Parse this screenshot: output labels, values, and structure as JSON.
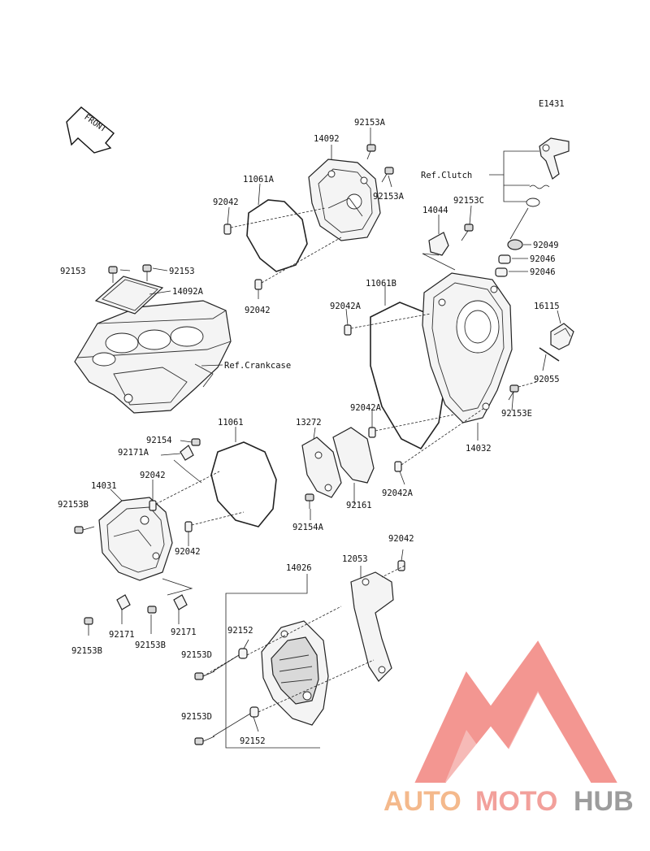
{
  "diagram_code": "E1431",
  "front_label": "FRONT",
  "watermark": {
    "text_auto": "AUTO",
    "text_moto": "MOTO",
    "text_hub": "HUB",
    "colors": {
      "auto": "#f4b98c",
      "moto": "#f2a09b",
      "hub": "#9c9c9c",
      "logo": "#f28b86"
    }
  },
  "refs": {
    "clutch": "Ref.Clutch",
    "crankcase": "Ref.Crankcase"
  },
  "parts": [
    {
      "id": "p1",
      "label": "92153A"
    },
    {
      "id": "p2",
      "label": "14092"
    },
    {
      "id": "p3",
      "label": "11061A"
    },
    {
      "id": "p4",
      "label": "92153A"
    },
    {
      "id": "p5",
      "label": "92042"
    },
    {
      "id": "p6",
      "label": "92042"
    },
    {
      "id": "p7",
      "label": "92153C"
    },
    {
      "id": "p8",
      "label": "14044"
    },
    {
      "id": "p9",
      "label": "92049"
    },
    {
      "id": "p10",
      "label": "92046"
    },
    {
      "id": "p11",
      "label": "92046"
    },
    {
      "id": "p12",
      "label": "92153"
    },
    {
      "id": "p13",
      "label": "92153"
    },
    {
      "id": "p14",
      "label": "14092A"
    },
    {
      "id": "p15",
      "label": "11061B"
    },
    {
      "id": "p16",
      "label": "92042A"
    },
    {
      "id": "p17",
      "label": "16115"
    },
    {
      "id": "p18",
      "label": "92055"
    },
    {
      "id": "p19",
      "label": "92153E"
    },
    {
      "id": "p20",
      "label": "92042A"
    },
    {
      "id": "p21",
      "label": "14032"
    },
    {
      "id": "p22",
      "label": "92154"
    },
    {
      "id": "p23",
      "label": "11061"
    },
    {
      "id": "p24",
      "label": "13272"
    },
    {
      "id": "p25",
      "label": "92171A"
    },
    {
      "id": "p26",
      "label": "92042"
    },
    {
      "id": "p27",
      "label": "14031"
    },
    {
      "id": "p28",
      "label": "92153B"
    },
    {
      "id": "p29",
      "label": "92042A"
    },
    {
      "id": "p30",
      "label": "92161"
    },
    {
      "id": "p31",
      "label": "92154A"
    },
    {
      "id": "p32",
      "label": "92042"
    },
    {
      "id": "p33",
      "label": "92042"
    },
    {
      "id": "p34",
      "label": "12053"
    },
    {
      "id": "p35",
      "label": "14026"
    },
    {
      "id": "p36",
      "label": "92152"
    },
    {
      "id": "p37",
      "label": "92153D"
    },
    {
      "id": "p38",
      "label": "92171"
    },
    {
      "id": "p39",
      "label": "92171"
    },
    {
      "id": "p40",
      "label": "92153B"
    },
    {
      "id": "p41",
      "label": "92153B"
    },
    {
      "id": "p42",
      "label": "92153D"
    },
    {
      "id": "p43",
      "label": "92152"
    }
  ]
}
